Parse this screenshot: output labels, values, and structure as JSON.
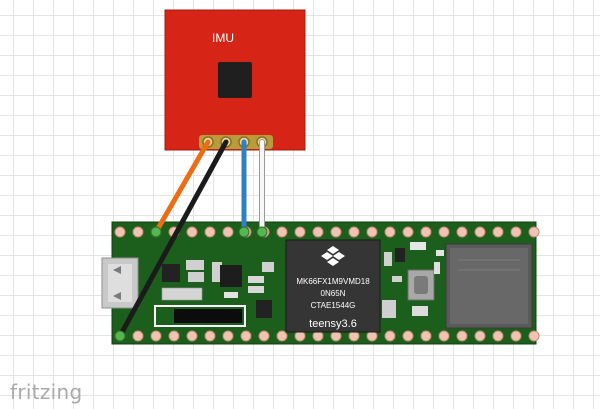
{
  "canvas": {
    "background": "#ffffff",
    "grid_color": "#e4e4e4"
  },
  "imu": {
    "label": "IMU",
    "board_color": "#d62516",
    "chip_color": "#1f1f1f",
    "header_pins": 4
  },
  "teensy": {
    "board_color": "#1c5e1c",
    "chip_lines": [
      "MK66FX1M9VMD18",
      "0N65N",
      "CTAE1544G"
    ],
    "brand": "teensy3.6",
    "header_pins_per_row": 24
  },
  "wires": [
    {
      "name": "wire-orange",
      "color": "#ec6d13"
    },
    {
      "name": "wire-black",
      "color": "#1b1b1b"
    },
    {
      "name": "wire-blue",
      "color": "#2f7fc4"
    },
    {
      "name": "wire-white",
      "color": "#f7f7f7"
    }
  ],
  "watermark": "fritzing"
}
